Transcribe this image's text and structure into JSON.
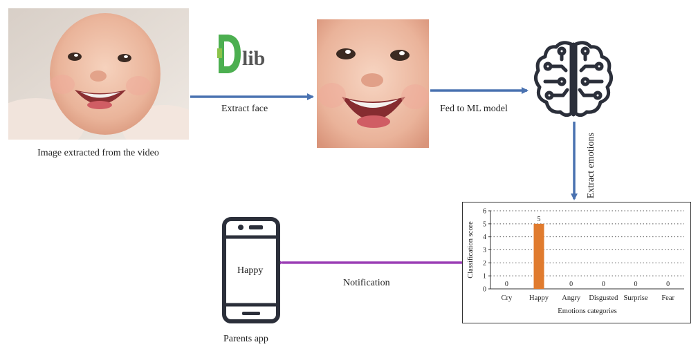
{
  "labels": {
    "source_caption": "Image extracted from the video",
    "extract_face": "Extract face",
    "fed_to_model": "Fed to ML model",
    "extract_emotions": "Extract emotions",
    "notification": "Notification",
    "phone_screen_text": "Happy",
    "phone_caption": "Parents app"
  },
  "logo": {
    "text": "lib",
    "accent_letter": "D"
  },
  "colors": {
    "blue_arrow": "#4a72b0",
    "purple_arrow": "#9b3fb5",
    "bar": "#e07b2e",
    "logo_green": "#4caf50",
    "logo_gray": "#555555",
    "phone": "#2b2f3a"
  },
  "icons": [
    "brain-circuit-icon",
    "smartphone-icon",
    "baby-photo",
    "face-crop-photo"
  ],
  "chart_data": {
    "type": "bar",
    "categories": [
      "Cry",
      "Happy",
      "Angry",
      "Disgusted",
      "Surprise",
      "Fear"
    ],
    "values": [
      0,
      5,
      0,
      0,
      0,
      0
    ],
    "value_labels": [
      "0",
      "5",
      "0",
      "0",
      "0",
      "0"
    ],
    "xlabel": "Emotions categories",
    "ylabel": "Classification score",
    "ylim": [
      0,
      6
    ],
    "yticks": [
      0,
      1,
      2,
      3,
      4,
      5,
      6
    ],
    "grid": "horizontal dotted"
  }
}
